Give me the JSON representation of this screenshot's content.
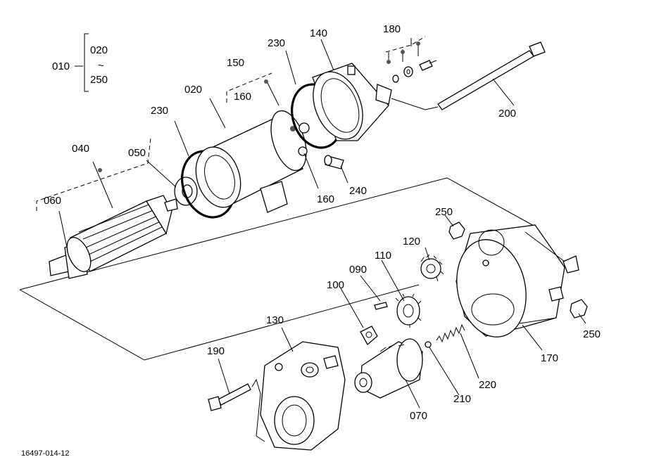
{
  "drawing_code": "16497-014-12",
  "callouts": {
    "p010": "010",
    "p020_top": "020",
    "p250_top": "250",
    "range_tilde": "~",
    "p020": "020",
    "p040": "040",
    "p050": "050",
    "p060": "060",
    "p070": "070",
    "p090": "090",
    "p100": "100",
    "p110": "110",
    "p120": "120",
    "p130": "130",
    "p140": "140",
    "p150": "150",
    "p160_a": "160",
    "p160_b": "160",
    "p170": "170",
    "p180": "180",
    "p190": "190",
    "p200": "200",
    "p210": "210",
    "p220": "220",
    "p230_a": "230",
    "p230_b": "230",
    "p240": "240",
    "p250_a": "250",
    "p250_b": "250"
  }
}
